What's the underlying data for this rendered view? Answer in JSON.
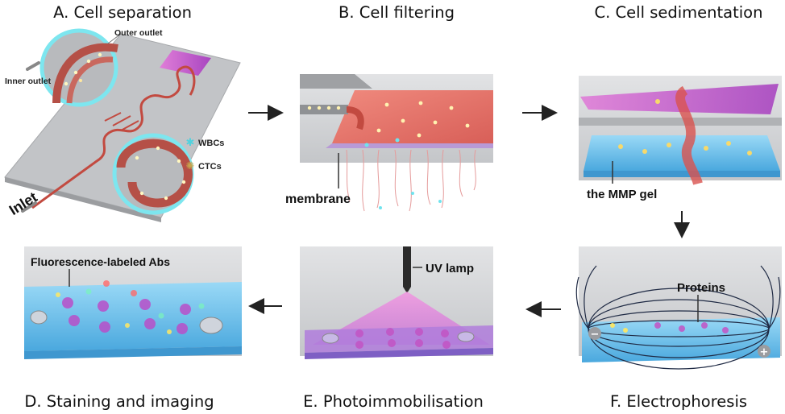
{
  "steps": [
    {
      "title": "A. Cell separation"
    },
    {
      "title": "B. Cell filtering"
    },
    {
      "title": "C. Cell sedimentation"
    },
    {
      "title": "D. Staining and imaging"
    },
    {
      "title": "E. Photoimmobilisation"
    },
    {
      "title": "F. Electrophoresis"
    }
  ],
  "labels": {
    "outer_outlet": "Outer outlet",
    "inner_outlet": "Inner outlet",
    "inlet": "Inlet",
    "wbcs": "WBCs",
    "ctcs": "CTCs",
    "membrane": "membrane",
    "mmp_gel": "the MMP gel",
    "uv_lamp": "UV lamp",
    "proteins": "Proteins",
    "fluorescence_abs": "Fluorescence-labeled Abs",
    "minus": "−",
    "plus": "+"
  },
  "colors": {
    "chip_gray": "#b9bbbe",
    "channel_red": "#c24a40",
    "cyan_glow": "#6fe3ee",
    "membrane_red": "#e0736a",
    "gel_blue": "#6ec3ee",
    "magenta": "#c24fc6",
    "arrow": "#222222"
  }
}
